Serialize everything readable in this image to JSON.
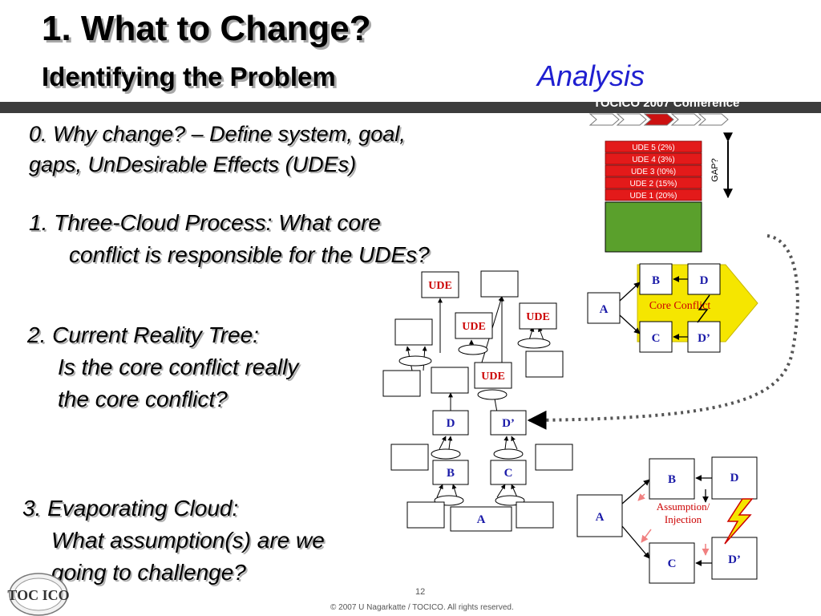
{
  "title": {
    "line1": "1.  What to Change?",
    "line2": "Identifying the Problem",
    "analysis": "Analysis"
  },
  "conference": "TOCICO 2007 Conference",
  "steps": {
    "step0": {
      "line1": "0.  Why change? – Define system, goal,",
      "line2": "gaps, UnDesirable Effects  (UDEs)"
    },
    "step1": {
      "line1": "1.   Three-Cloud Process:  What core",
      "line2": "conflict is responsible for the UDEs?"
    },
    "step2": {
      "line1": "2. Current Reality Tree:",
      "line2": "Is the core conflict really",
      "line3": "the core conflict?"
    },
    "step3": {
      "line1": "3.  Evaporating Cloud:",
      "line2": "What  assumption(s) are we",
      "line3": "going to challenge?"
    }
  },
  "gap_chart": {
    "udes": [
      "UDE 5 (2%)",
      "UDE 4 (3%)",
      "UDE 3 (!0%)",
      "UDE 2 (15%)",
      "UDE 1 (20%)"
    ],
    "gap_label": "GAP?",
    "colors": {
      "ude_fill": "#e31a1a",
      "base_fill": "#5aa02c"
    }
  },
  "core_conflict_cloud": {
    "nodes": {
      "a": "A",
      "b": "B",
      "c": "C",
      "d": "D",
      "dprime": "D’"
    },
    "label": "Core Conflict",
    "colors": {
      "arrow_fill": "#f5e600",
      "label_color": "#cc0000"
    }
  },
  "reality_tree": {
    "ude_label": "UDE",
    "nodes": {
      "d": "D",
      "dprime": "D’",
      "b": "B",
      "c": "C",
      "a": "A"
    }
  },
  "evaporating_cloud": {
    "nodes": {
      "a": "A",
      "b": "B",
      "c": "C",
      "d": "D",
      "dprime": "D’"
    },
    "assumption_line1": "Assumption/",
    "assumption_line2": "Injection"
  },
  "logo": {
    "text": "TOC ICO"
  },
  "footer": {
    "page_number": "12",
    "copyright": "© 2007 U Nagarkatte / TOCICO. All rights reserved."
  }
}
